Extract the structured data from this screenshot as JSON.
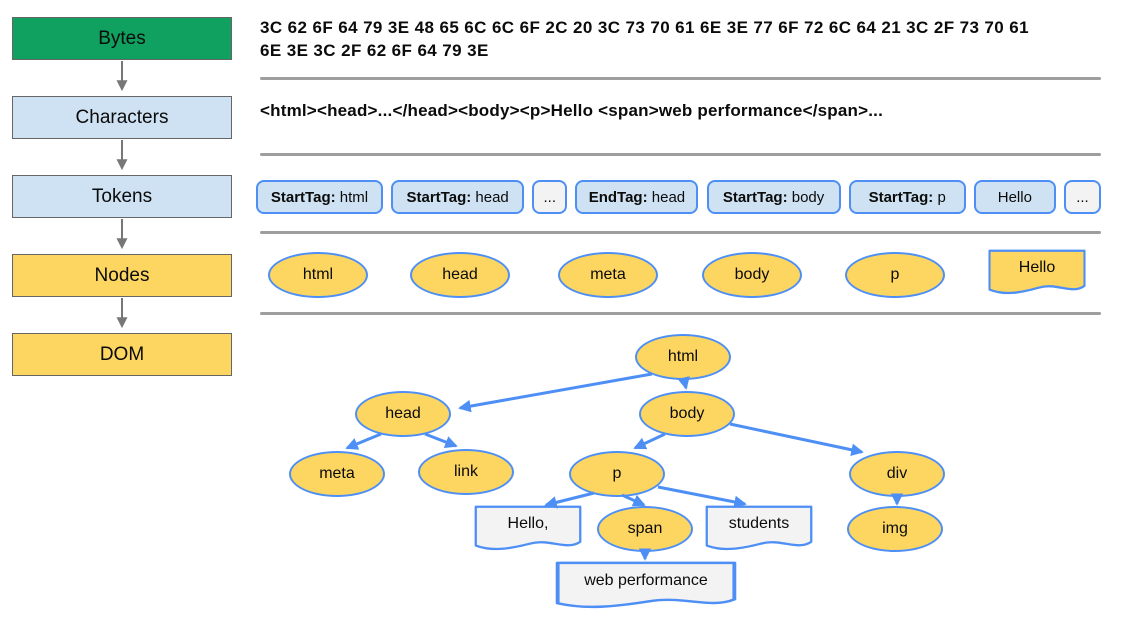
{
  "pipeline": {
    "stages": [
      {
        "label": "Bytes"
      },
      {
        "label": "Characters"
      },
      {
        "label": "Tokens"
      },
      {
        "label": "Nodes"
      },
      {
        "label": "DOM"
      }
    ]
  },
  "bytes": {
    "line1": "3C 62 6F 64 79 3E 48 65 6C 6C 6F 2C 20 3C 73 70 61 6E 3E 77 6F 72 6C 64 21 3C 2F 73 70 61",
    "line2": "6E 3E 3C 2F 62 6F 64 79 3E"
  },
  "characters": {
    "text": "<html><head>...</head><body><p>Hello <span>web performance</span>..."
  },
  "tokens": {
    "items": [
      {
        "bold": "StartTag:",
        "rest": " html"
      },
      {
        "bold": "StartTag:",
        "rest": " head"
      },
      {
        "bold": "",
        "rest": "..."
      },
      {
        "bold": "EndTag:",
        "rest": " head"
      },
      {
        "bold": "StartTag:",
        "rest": " body"
      },
      {
        "bold": "StartTag:",
        "rest": " p"
      },
      {
        "bold": "",
        "rest": "Hello"
      },
      {
        "bold": "",
        "rest": "..."
      }
    ]
  },
  "nodes_row": {
    "items": [
      {
        "label": "html"
      },
      {
        "label": "head"
      },
      {
        "label": "meta"
      },
      {
        "label": "body"
      },
      {
        "label": "p"
      },
      {
        "label": "Hello"
      }
    ]
  },
  "dom_tree": {
    "html": "html",
    "head": "head",
    "body": "body",
    "meta": "meta",
    "link": "link",
    "p": "p",
    "div": "div",
    "hello": "Hello,",
    "span": "span",
    "students": "students",
    "img": "img",
    "webperf": "web performance",
    "edges": "html>head, html>body, head>meta, head>link, body>p, body>div, p>Hello,, p>span, p>students, span>web performance, div>img"
  },
  "colors": {
    "green": "#10a05f",
    "lightblue": "#cfe2f3",
    "yellow": "#fdd662",
    "blue": "#4d8ff5",
    "graybox": "#666666",
    "sep": "#9e9e9e",
    "docfill": "#f3f3f3",
    "ink": "#0b0b0b"
  }
}
